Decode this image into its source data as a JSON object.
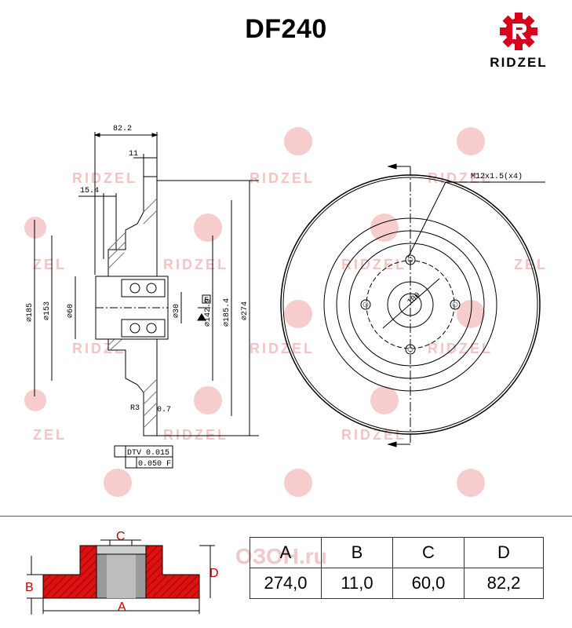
{
  "part_number": "DF240",
  "brand": {
    "name": "RIDZEL",
    "icon": "ridzel-gear-logo-icon",
    "accent": "#d6001c"
  },
  "watermarks": {
    "brand": "RIDZEL",
    "short": "ZEL",
    "site": "ОЗОН.ru"
  },
  "drawing": {
    "dims": {
      "overall_width": "82.2",
      "flange": "11",
      "offset": "15.4",
      "d185": "⌀185",
      "d153": "⌀153",
      "d60": "⌀60",
      "d30": "⌀30",
      "d142": "⌀142.9",
      "d185_4": "⌀185.4",
      "d274": "⌀274",
      "bolt_circle": "100",
      "thread": "M12x1.5(x4)",
      "datum": "F",
      "finish_a": "R3",
      "finish_b": "0.7"
    },
    "tolerances": {
      "dtv": "DTV 0.015",
      "runout": "0.050 F"
    }
  },
  "legend": {
    "a": "A",
    "b": "B",
    "c": "C",
    "d": "D"
  },
  "table": {
    "headers": [
      "A",
      "B",
      "C",
      "D"
    ],
    "values": [
      "274,0",
      "11,0",
      "60,0",
      "82,2"
    ]
  }
}
